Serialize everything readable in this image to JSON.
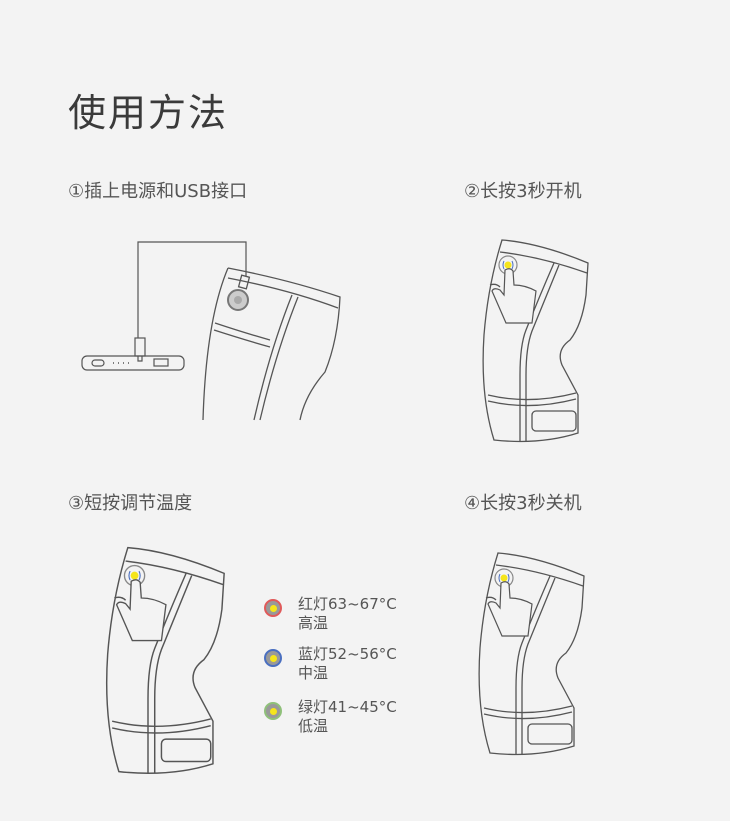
{
  "title": "使用方法",
  "steps": [
    {
      "label": "①插上电源和USB接口"
    },
    {
      "label": "②长按3秒开机"
    },
    {
      "label": "③短按调节温度"
    },
    {
      "label": "④长按3秒关机"
    }
  ],
  "legend": [
    {
      "line1": "红灯63~67°C",
      "line2": "高温",
      "color": "#e05a5a"
    },
    {
      "line1": "蓝灯52~56°C",
      "line2": "中温",
      "color": "#4a6fc0"
    },
    {
      "line1": "绿灯41~45°C",
      "line2": "低温",
      "color": "#8fc07a"
    }
  ],
  "colors": {
    "indicator": "#f5e51b",
    "line": "#555555"
  }
}
